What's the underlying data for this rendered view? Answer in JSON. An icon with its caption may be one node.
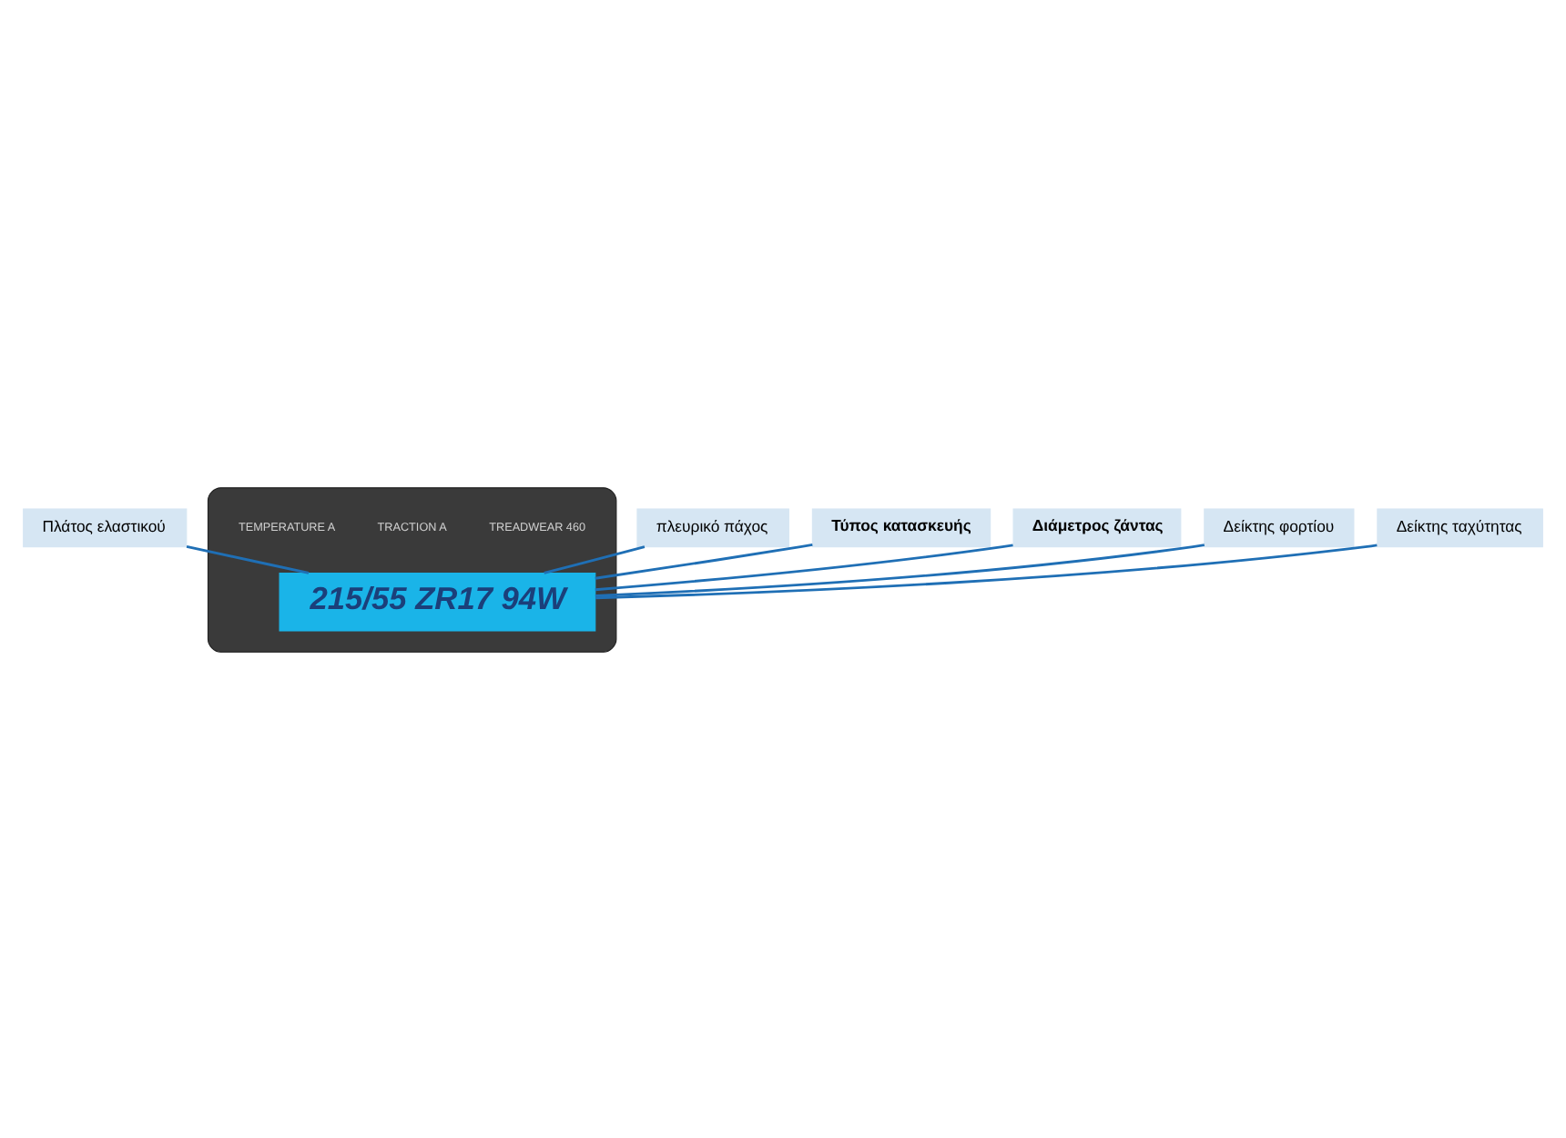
{
  "diagram": {
    "nodes": [
      {
        "text": [
          "Τύπος κατασκευής"
        ]
      },
      {
        "text": [
          "Διάμετρος ζάντας"
        ]
      },
      {
        "text": [
          "πλευρικό πάχος"
        ]
      },
      {
        "text": [
          "Δείκτης φορτίου"
        ]
      },
      {
        "text": [
          "Πλάτος ελαστικού"
        ]
      },
      {
        "text": [
          "Δείκτης ταχύτητας"
        ]
      },
      {
        "text": [
          "215/55 ZR17 94W"
        ],
        "in": 7
      },
      {
        "text": [],
        "shape": "picture"
      }
    ],
    "edges": [
      {
        "from": 4,
        "to": 6,
        "arrow": "none"
      },
      {
        "from": 2,
        "to": 6,
        "arrow": "none"
      },
      {
        "from": 0,
        "to": 6,
        "arrow": "none"
      },
      {
        "from": 1,
        "to": 6,
        "arrow": "none"
      },
      {
        "from": 3,
        "to": 6,
        "arrow": "none"
      },
      {
        "from": 5,
        "to": 6,
        "arrow": "none"
      }
    ],
    "labels": [
      "TREADWEAR 460",
      "TRACTION A",
      "TEMPERATURE A"
    ]
  }
}
